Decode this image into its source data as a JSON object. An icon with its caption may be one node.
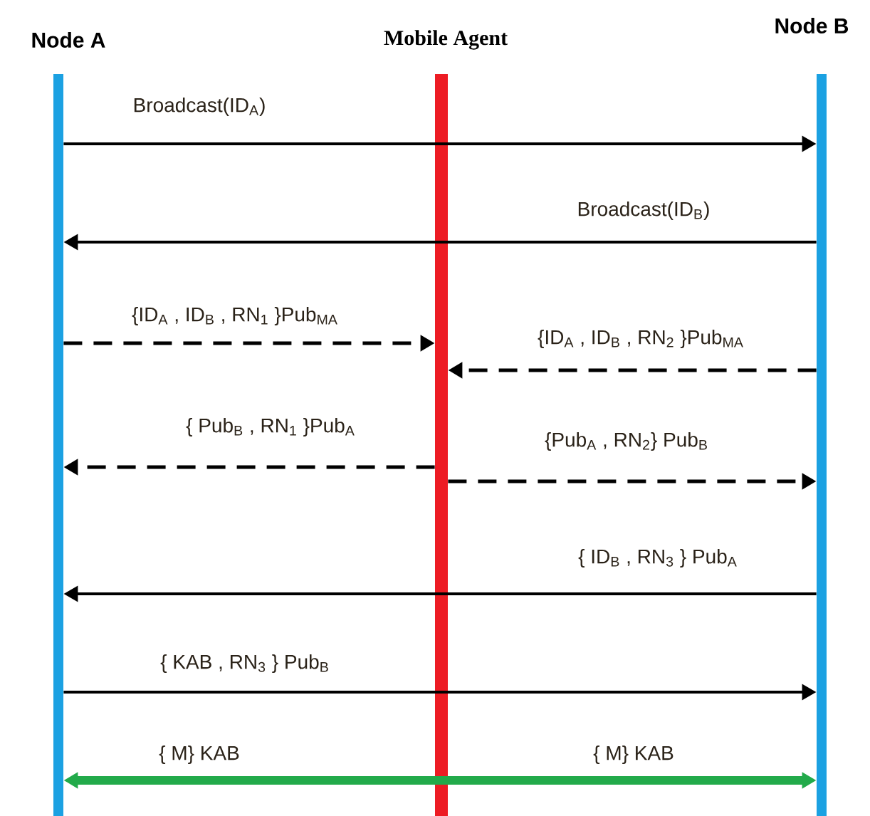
{
  "diagram": {
    "nodes": [
      {
        "text": [
          "Node A"
        ]
      },
      {
        "text": [
          "Mobile Agent"
        ]
      },
      {
        "text": [
          "Node B"
        ]
      }
    ],
    "edges": [
      {
        "from": 0,
        "to": 2,
        "arrow": "to",
        "label": "Broadcast(ID$_{A}$)"
      },
      {
        "from": 2,
        "to": 0,
        "arrow": "to",
        "label": "Broadcast(ID$_{B}$)"
      },
      {
        "from": 0,
        "to": 1,
        "arrow": "to",
        "style": "dashed",
        "label": "{ID$_{A}$ , ID$_{B}$ , RN$_{1}$ }Pub$_{MA}$"
      },
      {
        "from": 2,
        "to": 1,
        "arrow": "to",
        "style": "dashed",
        "label": "{ID$_{A}$ , ID$_{B}$ , RN$_{2}$ }Pub$_{MA}$"
      },
      {
        "from": 1,
        "to": 0,
        "arrow": "to",
        "style": "dashed",
        "label": "{ Pub$_{B}$ , RN$_{1}$ }Pub$_{A}$"
      },
      {
        "from": 1,
        "to": 2,
        "arrow": "to",
        "style": "dashed",
        "label": "{Pub$_{A}$ , RN$_{2}$} Pub$_{B}$"
      },
      {
        "from": 2,
        "to": 0,
        "arrow": "to",
        "label": "{ ID$_{B}$ , RN$_{3}$ } Pub$_{A}$"
      },
      {
        "from": 0,
        "to": 2,
        "arrow": "to",
        "label": "{ KAB , RN$_{3}$ } Pub$_{B}$"
      },
      {
        "from": 0,
        "to": 2,
        "arrow": "both",
        "style": "thick",
        "color": "#22aa4a",
        "label": "{ M} KAB"
      }
    ],
    "labels": [
      "{ M} KAB"
    ]
  }
}
